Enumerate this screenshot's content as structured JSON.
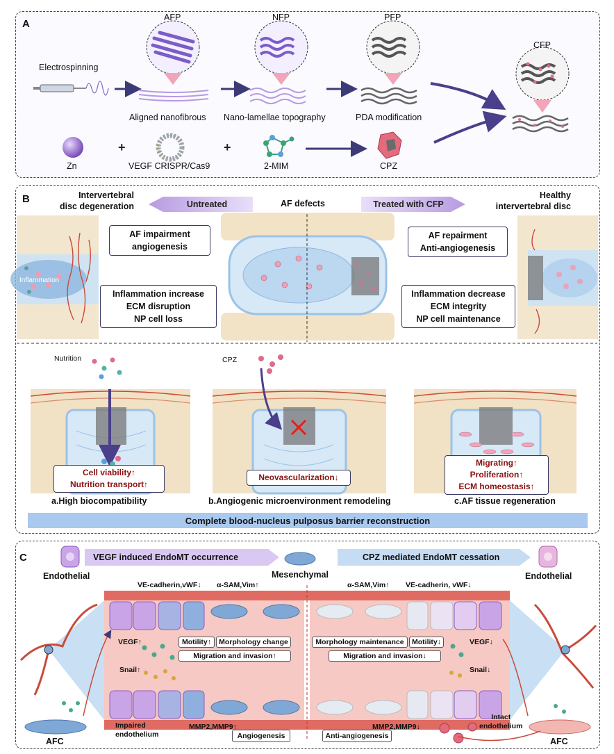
{
  "panel_a": {
    "letter": "A",
    "electrospinning": "Electrospinning",
    "afp": "AFP",
    "nfp": "NFP",
    "pfp": "PFP",
    "cfp": "CFP",
    "aligned": "Aligned nanofibrous",
    "nano_lamellae": "Nano-lamellae topography",
    "pda": "PDA modification",
    "zn": "Zn",
    "vegf_crispr": "VEGF CRISPR/Cas9",
    "mim": "2-MIM",
    "cpz": "CPZ",
    "plus": "+"
  },
  "panel_b": {
    "letter": "B",
    "ivdd": "Intervertebral\ndisc degeneration",
    "untreated": "Untreated",
    "af_defects": "AF defects",
    "treated": "Treated with CFP",
    "healthy": "Healthy\nintervertebral disc",
    "af_impairment": "AF impairment\nangiogenesis",
    "inflammation_label": "Inflammation",
    "inflammation_inc": "Inflammation increase\nECM disruption\nNP cell loss",
    "af_repair": "AF repairment\nAnti-angiogenesis",
    "inflammation_dec": "Inflammation decrease\nECM integrity\nNP cell maintenance",
    "nutrition": "Nutrition",
    "cpz": "CPZ",
    "cell_viability": "Cell viability↑\nNutrition transport↑",
    "neovasc": "Neovascularization↓",
    "migrating": "Migrating↑\nProliferation↑\nECM homeostasis↑",
    "cap_a": "a.High biocompatibility",
    "cap_b": "b.Angiogenic microenvironment remodeling",
    "cap_c": "c.AF tissue regeneration",
    "barrier": "Complete blood-nucleus pulposus barrier reconstruction"
  },
  "panel_c": {
    "letter": "C",
    "endothelial_left": "Endothelial",
    "vegf_endomt": "VEGF induced EndoMT occurrence",
    "mesenchymal": "Mesenchymal",
    "cpz_endomt": "CPZ mediated EndoMT cessation",
    "endothelial_right": "Endothelial",
    "ve_cad_left": "VE-cadherin,vWF↓",
    "asam_left": "α-SAM,Vim↑",
    "asam_right": "α-SAM,Vim↑",
    "ve_cad_right": "VE-cadherin, vWF↓",
    "vegf_left": "VEGF↑",
    "snail_left": "Snail↑",
    "motility_left": "Motility↑",
    "morph_change": "Morphology change",
    "migration_left": "Migration and invasion↑",
    "morph_maint": "Morphology maintenance",
    "motility_right": "Motility↓",
    "migration_right": "Migration and invasion↓",
    "vegf_right": "VEGF↓",
    "snail_right": "Snail↓",
    "impaired": "Impaired\nendothelium",
    "mmp_left": "MMP2,MMP9↑",
    "mmp_right": "MMP2,MMP9↓",
    "angiogenesis": "Angiogenesis",
    "anti_angiogenesis": "Anti-angiogenesis",
    "intact": "Intact\nendothelium",
    "afc_left": "AFC",
    "afc_right": "AFC"
  },
  "colors": {
    "arrow_purple": "#b79be0",
    "arrow_blue": "#9fc4ea",
    "vessel_red": "#d9534f",
    "cell_purple": "#b990d8",
    "cell_blue": "#7fa8d6",
    "barrier_band": "#a9c9ee"
  }
}
